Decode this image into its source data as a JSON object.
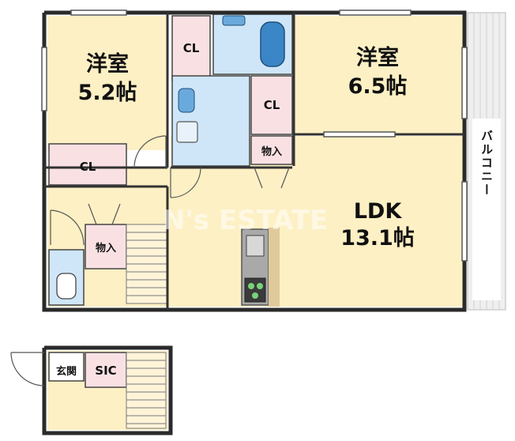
{
  "rooms": {
    "western_room_a": {
      "name": "洋室",
      "size": "5.2帖"
    },
    "western_room_b": {
      "name": "洋室",
      "size": "6.5帖"
    },
    "ldk": {
      "name": "LDK",
      "size": "13.1帖"
    }
  },
  "storage": {
    "cl_top_left": "CL",
    "cl_middle": "CL",
    "cl_left": "CL",
    "mono_center": "物入",
    "mono_left": "物入",
    "sic": "SIC"
  },
  "entrance": "玄関",
  "balcony": "バルコニー",
  "watermark": "N's ESTATE",
  "colors": {
    "room_fill": "#fdf0c4",
    "storage_fill": "#f9e1e3",
    "wet_fill": "#cfe6f8",
    "wall": "#2a2a2a",
    "balcony_fill": "#eeeeee"
  }
}
